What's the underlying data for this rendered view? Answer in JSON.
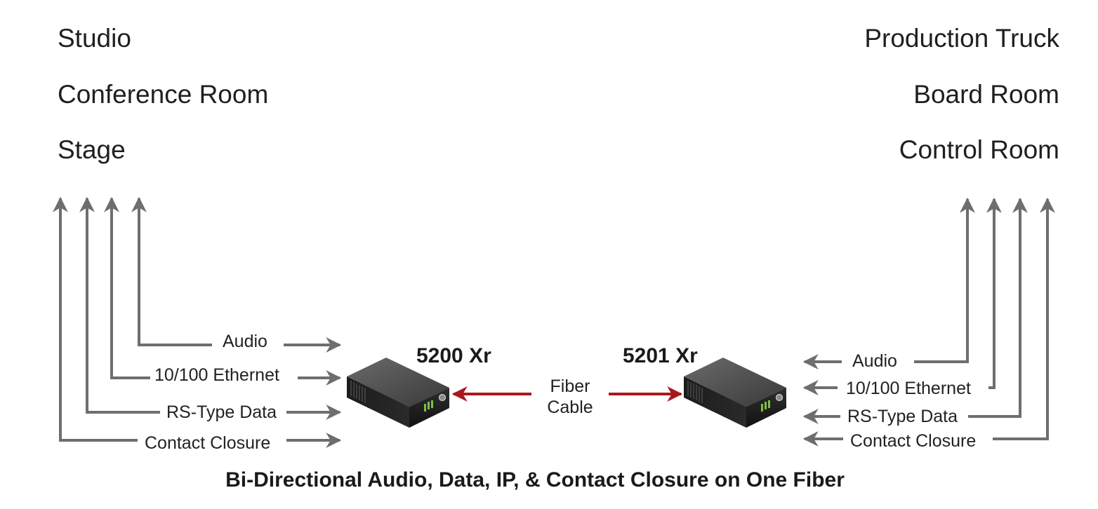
{
  "left_locations": [
    "Studio",
    "Conference Room",
    "Stage"
  ],
  "right_locations": [
    "Production Truck",
    "Board Room",
    "Control Room"
  ],
  "left_signals": [
    "Audio",
    "10/100 Ethernet",
    "RS-Type Data",
    "Contact Closure"
  ],
  "right_signals": [
    "Audio",
    "10/100 Ethernet",
    "RS-Type Data",
    "Contact Closure"
  ],
  "devices": {
    "left_model": "5200 Xr",
    "right_model": "5201 Xr"
  },
  "fiber": {
    "line1": "Fiber",
    "line2": "Cable"
  },
  "caption": "Bi-Directional Audio, Data, IP, & Contact Closure on One Fiber",
  "colors": {
    "arrow_gray": "#6d6e71",
    "fiber_red": "#a8191d",
    "led_green": "#7ac143"
  }
}
